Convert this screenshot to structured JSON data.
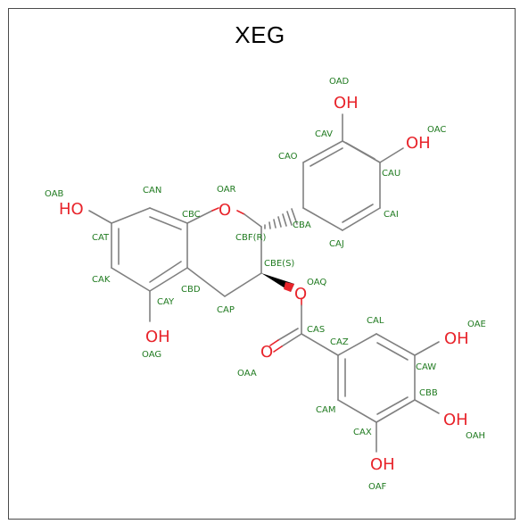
{
  "title": "XEG",
  "colors": {
    "carbon_bond": "#808080",
    "oxygen": "#e8242b",
    "atom_label": "#1f7a1f",
    "frame": "#4a4a4a"
  },
  "atom_labels": {
    "OAD": "OAD",
    "CAV": "CAV",
    "OAC": "OAC",
    "CAO": "CAO",
    "CAU": "CAU",
    "OAB": "OAB",
    "CAN": "CAN",
    "OAR": "OAR",
    "CBC": "CBC",
    "CAI": "CAI",
    "CBA": "CBA",
    "CAT": "CAT",
    "CBF": "CBF(R)",
    "CAJ": "CAJ",
    "CBE": "CBE(S)",
    "CAK": "CAK",
    "OAQ": "OAQ",
    "CBD": "CBD",
    "CAY": "CAY",
    "CAP": "CAP",
    "CAL": "CAL",
    "OAE": "OAE",
    "CAS": "CAS",
    "CAZ": "CAZ",
    "OAG": "OAG",
    "CAW": "CAW",
    "OAA": "OAA",
    "CBB": "CBB",
    "CAM": "CAM",
    "CAX": "CAX",
    "OAH": "OAH",
    "OAF": "OAF"
  },
  "groups": {
    "oh_top": "OH",
    "oh_right": "OH",
    "ho_left": "HO",
    "oh_bottom": "OH",
    "oh_gallate_top": "OH",
    "oh_gallate_right": "OH",
    "oh_gallate_bottom": "OH",
    "o_ring": "O",
    "o_ester": "O",
    "o_carbonyl": "O"
  }
}
